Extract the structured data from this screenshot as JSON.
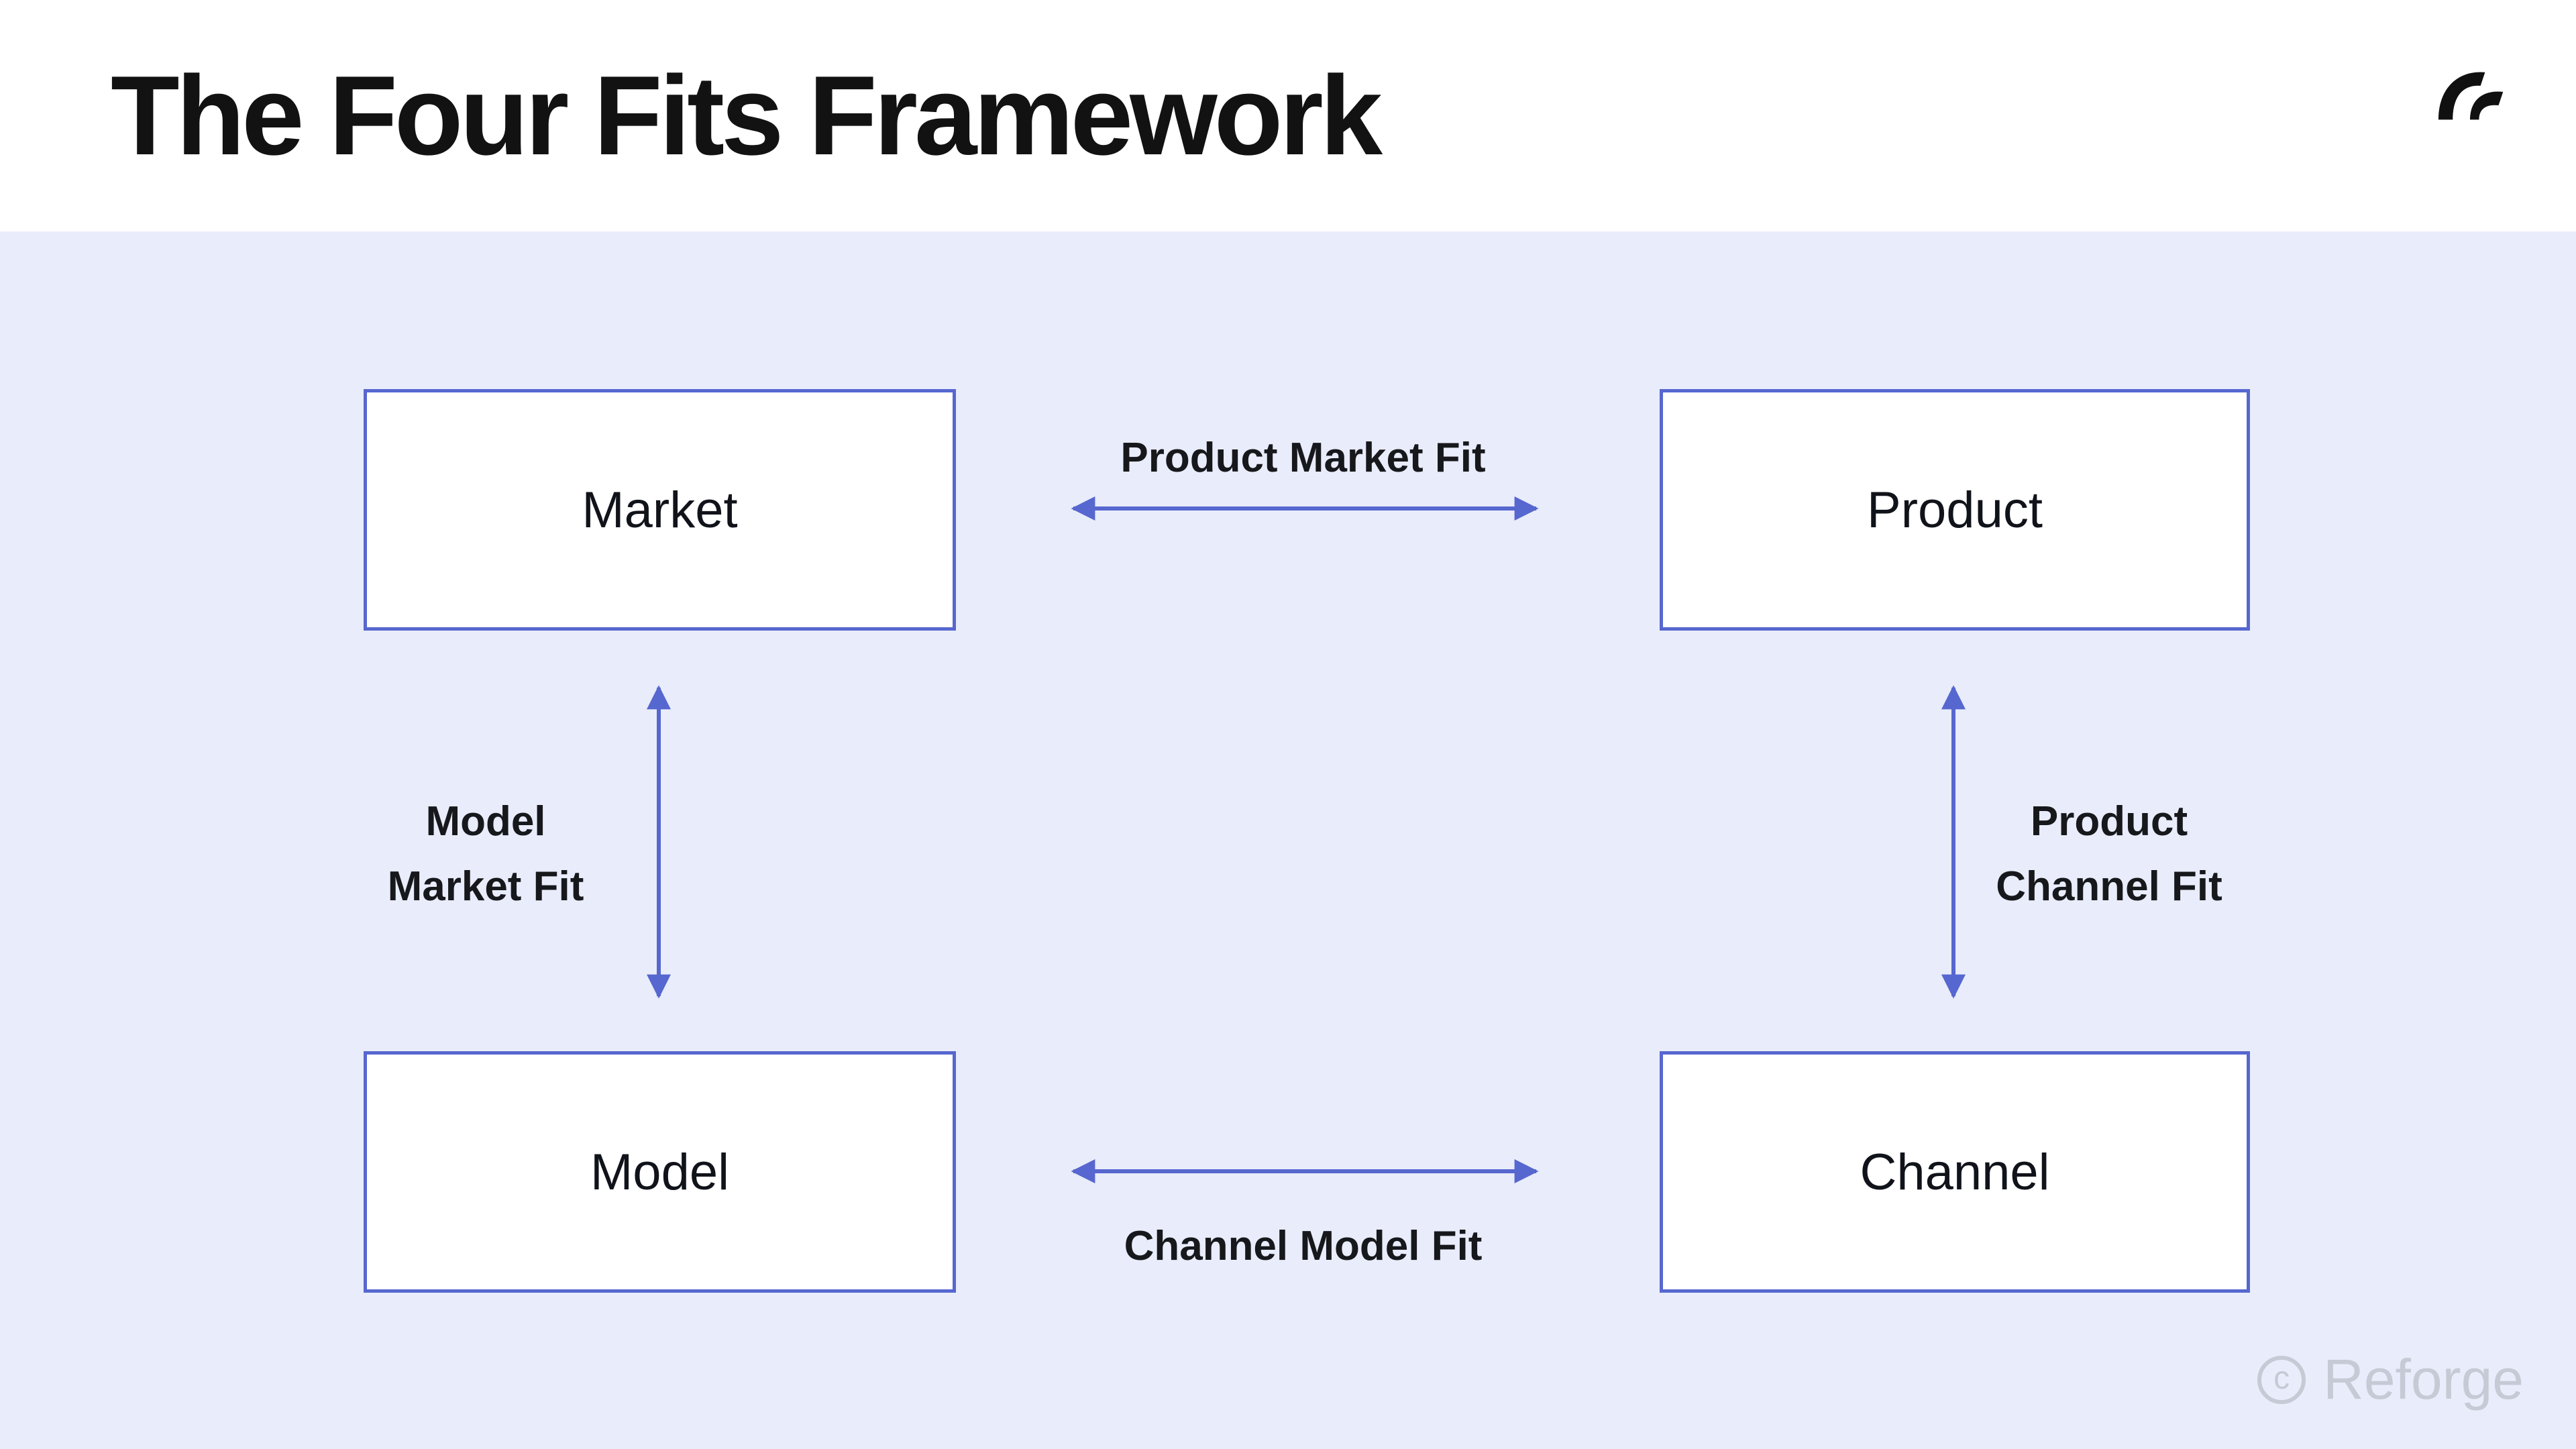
{
  "header": {
    "title": "The Four Fits Framework",
    "logo": "reforge-logo"
  },
  "colors": {
    "accent": "#5667cf",
    "background": "#e9ecfa",
    "header_background": "#ffffff",
    "text": "#121212",
    "watermark": "#c6cad5"
  },
  "diagram": {
    "nodes": [
      {
        "id": "market",
        "label": "Market"
      },
      {
        "id": "product",
        "label": "Product"
      },
      {
        "id": "model",
        "label": "Model"
      },
      {
        "id": "channel",
        "label": "Channel"
      }
    ],
    "edges": [
      {
        "id": "product-market-fit",
        "label": "Product Market Fit",
        "from": "market",
        "to": "product",
        "direction": "horizontal"
      },
      {
        "id": "model-market-fit",
        "label": "Model Market Fit",
        "lines": [
          "Model",
          "Market Fit"
        ],
        "from": "market",
        "to": "model",
        "direction": "vertical"
      },
      {
        "id": "product-channel-fit",
        "label": "Product Channel Fit",
        "lines": [
          "Product",
          "Channel Fit"
        ],
        "from": "product",
        "to": "channel",
        "direction": "vertical"
      },
      {
        "id": "channel-model-fit",
        "label": "Channel Model Fit",
        "from": "model",
        "to": "channel",
        "direction": "horizontal"
      }
    ]
  },
  "footer": {
    "copyright_symbol": "c",
    "copyright_text": "Reforge"
  }
}
